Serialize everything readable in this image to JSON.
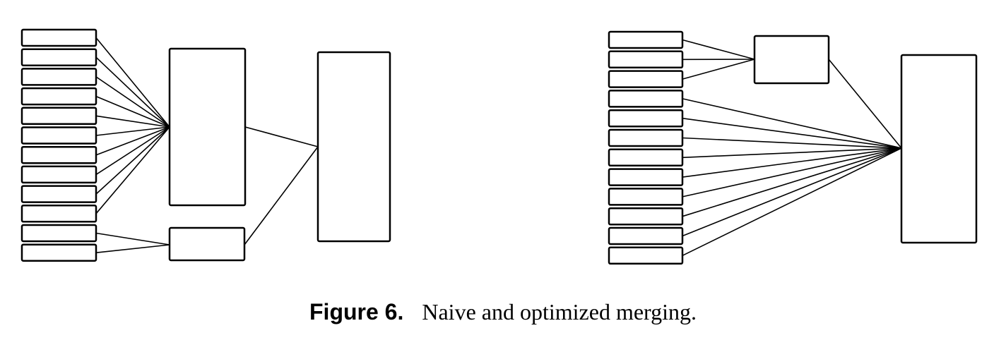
{
  "figure": {
    "label": "Figure 6.",
    "caption": "Naive and optimized merging."
  },
  "diagrams": {
    "naive": {
      "run_count": 12,
      "intermediate_merges": [
        {
          "inputs": [
            0,
            1,
            2,
            3,
            4,
            5,
            6,
            7,
            8,
            9
          ]
        },
        {
          "inputs": [
            10,
            11
          ]
        }
      ],
      "final_merge_inputs": [
        "merge-0",
        "merge-1"
      ]
    },
    "optimized": {
      "run_count": 12,
      "intermediate_merges": [
        {
          "inputs": [
            0,
            1,
            2
          ]
        }
      ],
      "final_merge_inputs": [
        "merge-0",
        3,
        4,
        5,
        6,
        7,
        8,
        9,
        10,
        11
      ]
    }
  },
  "colors": {
    "stroke": "#000000",
    "fill": "#ffffff"
  }
}
